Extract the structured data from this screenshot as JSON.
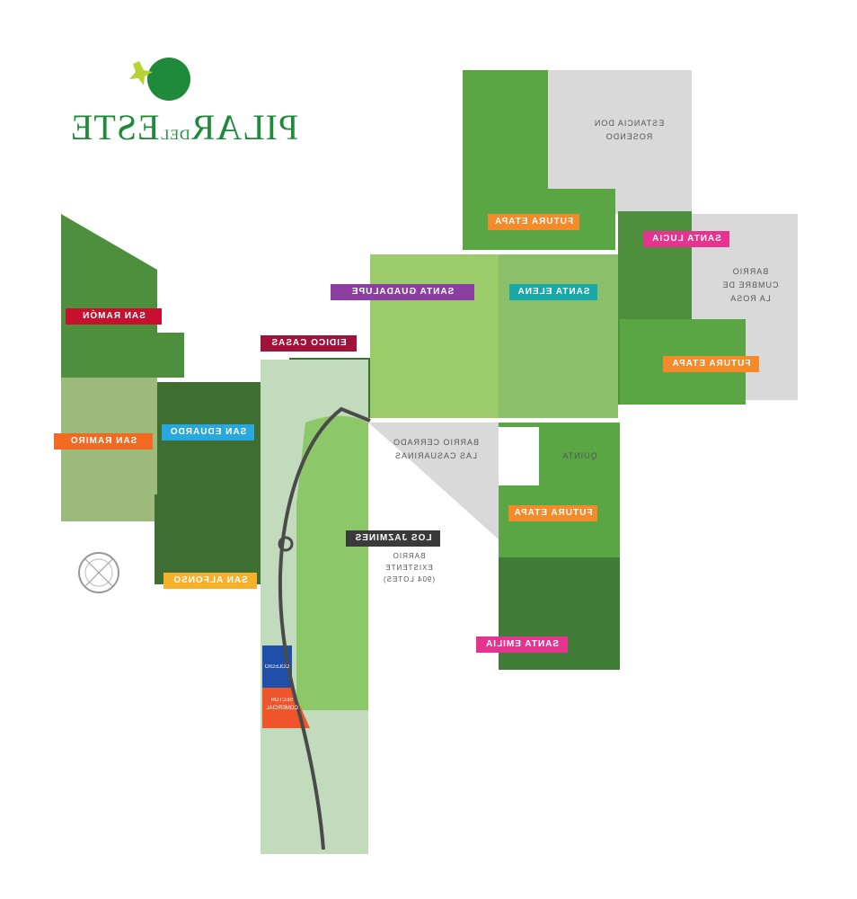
{
  "logo": {
    "text_main": "PILAR",
    "text_small": "DEL",
    "text_end": "ESTE"
  },
  "colors": {
    "grass": "#5aa544",
    "light_grass": "#9ccc6a",
    "dark_grass": "#3f7d36",
    "grey": "#d9d9d9",
    "strip": "#c3dbbd",
    "road": "#4a4a4a"
  },
  "labels": {
    "san_ramon": {
      "text": "SAN RAMÓN",
      "color": "#c8102e"
    },
    "san_ramiro": {
      "text": "SAN RAMIRO",
      "color": "#f26a21"
    },
    "san_eduardo": {
      "text": "SAN EDUARDO",
      "color": "#29a8e0"
    },
    "san_alfonso": {
      "text": "SAN ALFONSO",
      "color": "#f6b02a"
    },
    "eidico_casas": {
      "text": "EIDICO CASAS",
      "color": "#a1123a"
    },
    "santa_guadalupe": {
      "text": "SANTA GUADALUPE",
      "color": "#8a3fa0"
    },
    "santa_elena": {
      "text": "SANTA ELENA",
      "color": "#18a8a8"
    },
    "futura_etapa_1": {
      "text": "FUTURA ETAPA",
      "color": "#f58a2a"
    },
    "futura_etapa_2": {
      "text": "FUTURA ETAPA",
      "color": "#f58a2a"
    },
    "futura_etapa_3": {
      "text": "FUTURA ETAPA",
      "color": "#f58a2a"
    },
    "santa_lucia": {
      "text": "SANTA LUCIA",
      "color": "#e4348f"
    },
    "santa_emilia": {
      "text": "SANTA EMILIA",
      "color": "#e4348f"
    },
    "los_jazmines": {
      "text": "LOS JAZMINES",
      "color": "#3a3a3a"
    }
  },
  "areas": {
    "los_jazmines_sub": "BARRIO EXISTENTE (904 LOTES)",
    "estancia": "ESTANCIA DON ROSENDO",
    "cumbre": "BARRIO CUMBRE DE LA ROSA",
    "casuarinas": "BARRIO CERRADO LAS CASUARINAS",
    "quinta": "QUINTA",
    "colegio": "COLEGIO",
    "comercial": "SECTOR COMERCIAL"
  },
  "icons": {
    "compass": "compass-rose-icon"
  }
}
